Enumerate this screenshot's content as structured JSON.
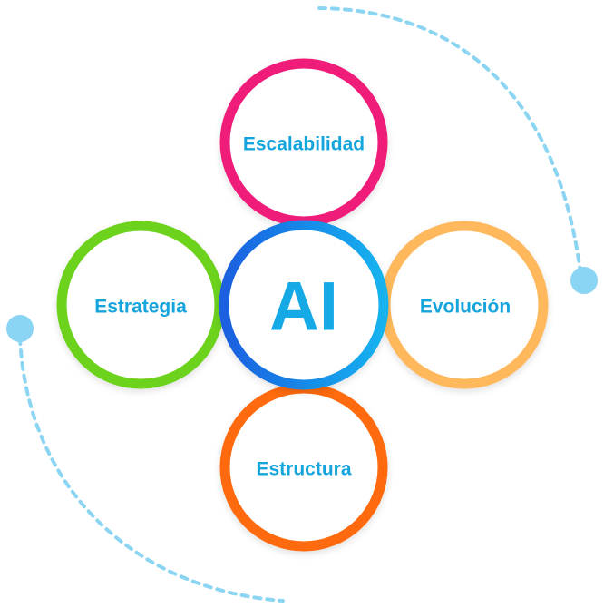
{
  "diagram": {
    "center": {
      "label": "AI",
      "color_start": "#1a5fe0",
      "color_end": "#17b3ef",
      "text_color": "#15a9e6"
    },
    "nodes": [
      {
        "key": "top",
        "label": "Escalabilidad",
        "color": "#f01a7a"
      },
      {
        "key": "left",
        "label": "Estrategia",
        "color": "#6cd21c"
      },
      {
        "key": "right",
        "label": "Evolución",
        "color": "#ffb95c"
      },
      {
        "key": "bottom",
        "label": "Estructura",
        "color": "#fe6a0a"
      }
    ],
    "label_color": "#16a4dc",
    "orbit_color": "#8bd5f2",
    "orbit_dot_color": "#8ad4f4"
  }
}
